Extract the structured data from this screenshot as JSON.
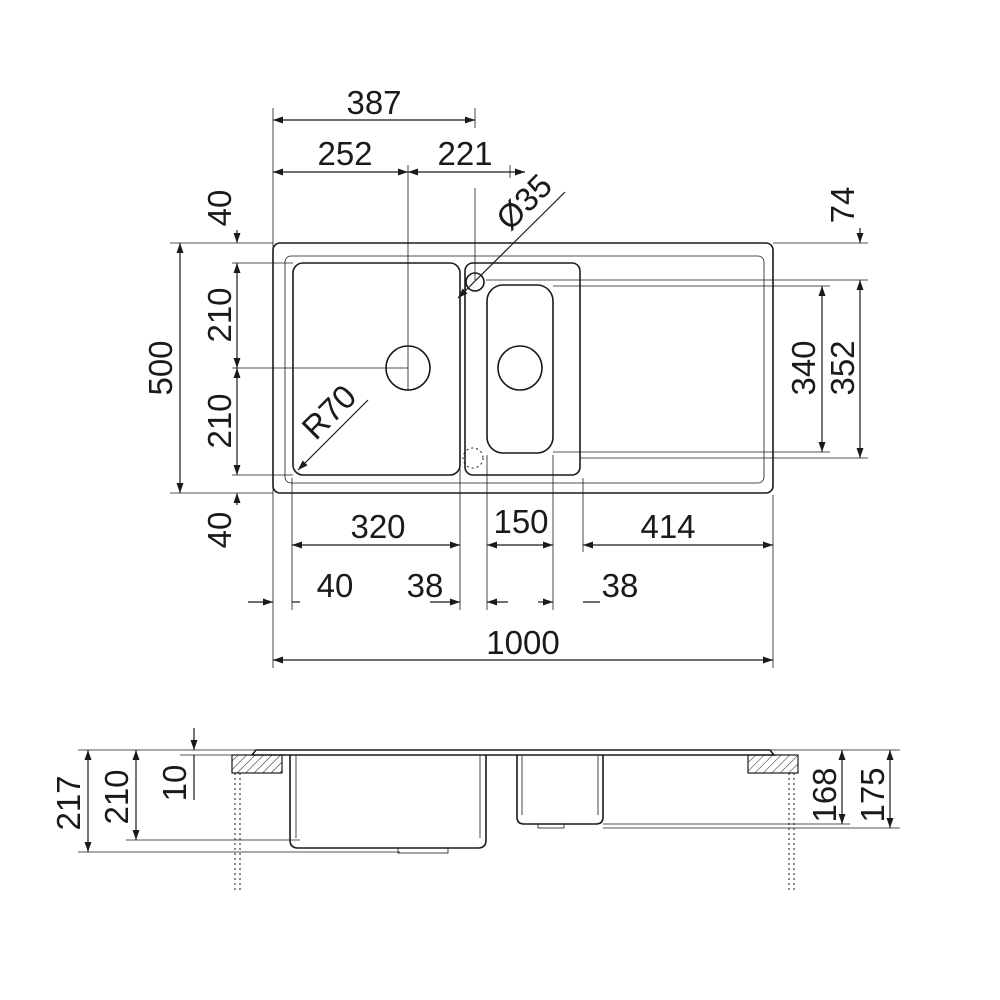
{
  "top_view": {
    "overall_width": "1000",
    "overall_depth": "500",
    "margin_top": "40",
    "margin_bottom": "40",
    "main_bowl_half_upper": "210",
    "main_bowl_half_lower": "210",
    "tap_hole_offset": "387",
    "main_drain_offset": "252",
    "tap_to_drain_offset": "221",
    "tap_hole_diameter": "Ø35",
    "corner_radius": "R70",
    "rear_to_top_offset": "74",
    "small_bowl_depth": "340",
    "drainer_depth": "352",
    "main_bowl_width": "320",
    "small_bowl_width": "150",
    "drainer_width": "414",
    "side_rim_left": "40",
    "bowl_divider_left": "38",
    "bowl_divider_right": "38"
  },
  "side_view": {
    "total_height": "217",
    "bowl_height": "210",
    "rim_thickness": "10",
    "small_bowl_height": "168",
    "small_bowl_total": "175"
  }
}
